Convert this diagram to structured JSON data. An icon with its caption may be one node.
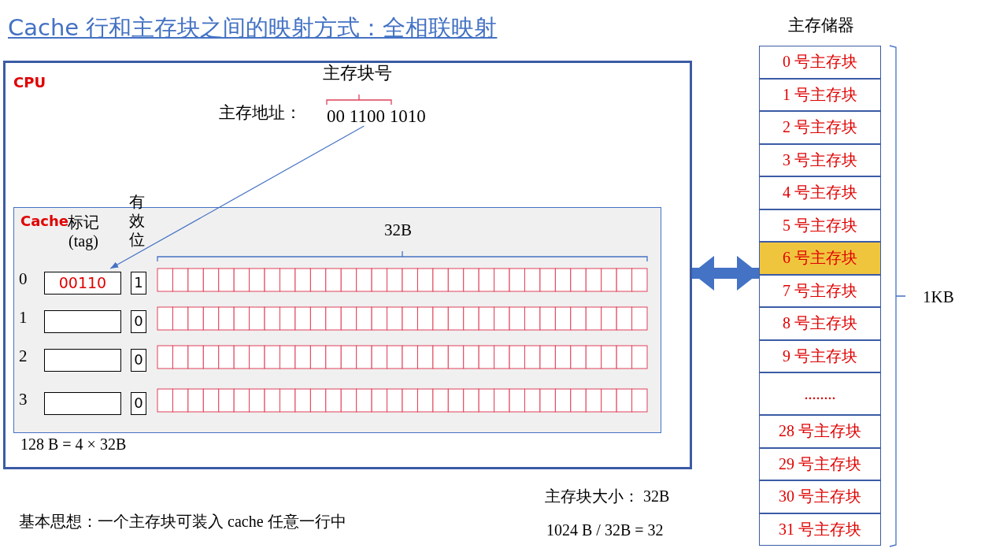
{
  "diagram": {
    "title": "Cache 行和主存块之间的映射方式：全相联映射",
    "nodes": [
      {
        "text": [
          "CPU"
        ]
      },
      {
        "text": [
          "Cache"
        ],
        "in": 0
      },
      {
        "text": [
          "00 1100 1010"
        ],
        "in": 0
      },
      {
        "text": [
          "00110"
        ],
        "in": 1
      },
      {
        "text": [
          "1"
        ],
        "in": 1
      },
      {
        "text": [],
        "shape": "box",
        "in": 1
      },
      {
        "text": [
          "0"
        ],
        "in": 1
      },
      {
        "text": [],
        "shape": "box",
        "in": 1
      },
      {
        "text": [
          "0"
        ],
        "in": 1
      },
      {
        "text": [],
        "shape": "box",
        "in": 1
      },
      {
        "text": [
          "0"
        ],
        "in": 1
      },
      {
        "text": [
          "主存储器"
        ]
      },
      {
        "text": [
          "0 号主存块"
        ],
        "in": 11
      },
      {
        "text": [
          "1 号主存块"
        ],
        "in": 11
      },
      {
        "text": [
          "2 号主存块"
        ],
        "in": 11
      },
      {
        "text": [
          "3 号主存块"
        ],
        "in": 11
      },
      {
        "text": [
          "4 号主存块"
        ],
        "in": 11
      },
      {
        "text": [
          "5 号主存块"
        ],
        "in": 11
      },
      {
        "text": [
          "6 号主存块"
        ],
        "in": 11
      },
      {
        "text": [
          "7 号主存块"
        ],
        "in": 11
      },
      {
        "text": [
          "8 号主存块"
        ],
        "in": 11
      },
      {
        "text": [
          "9 号主存块"
        ],
        "in": 11
      },
      {
        "text": [
          "........"
        ],
        "in": 11
      },
      {
        "text": [
          "28 号主存块"
        ],
        "in": 11
      },
      {
        "text": [
          "29 号主存块"
        ],
        "in": 11
      },
      {
        "text": [
          "30 号主存块"
        ],
        "in": 11
      },
      {
        "text": [
          "31 号主存块"
        ],
        "in": 11
      }
    ],
    "edges": [
      {
        "from": 2,
        "to": 3,
        "arrow": "to"
      },
      {
        "from": 0,
        "to": 18,
        "arrow": "both",
        "style": "thick"
      }
    ],
    "labels": [
      "主存块号",
      "主存地址：",
      "标记 (tag)",
      "有效位",
      "32B",
      "0",
      "1",
      "2",
      "3",
      "128 B = 4 × 32B",
      "1KB",
      "主存块大小： 32B",
      "基本思想：一个主存块可装入 cache 任意一行中",
      "1024 B / 32B = 32"
    ]
  }
}
